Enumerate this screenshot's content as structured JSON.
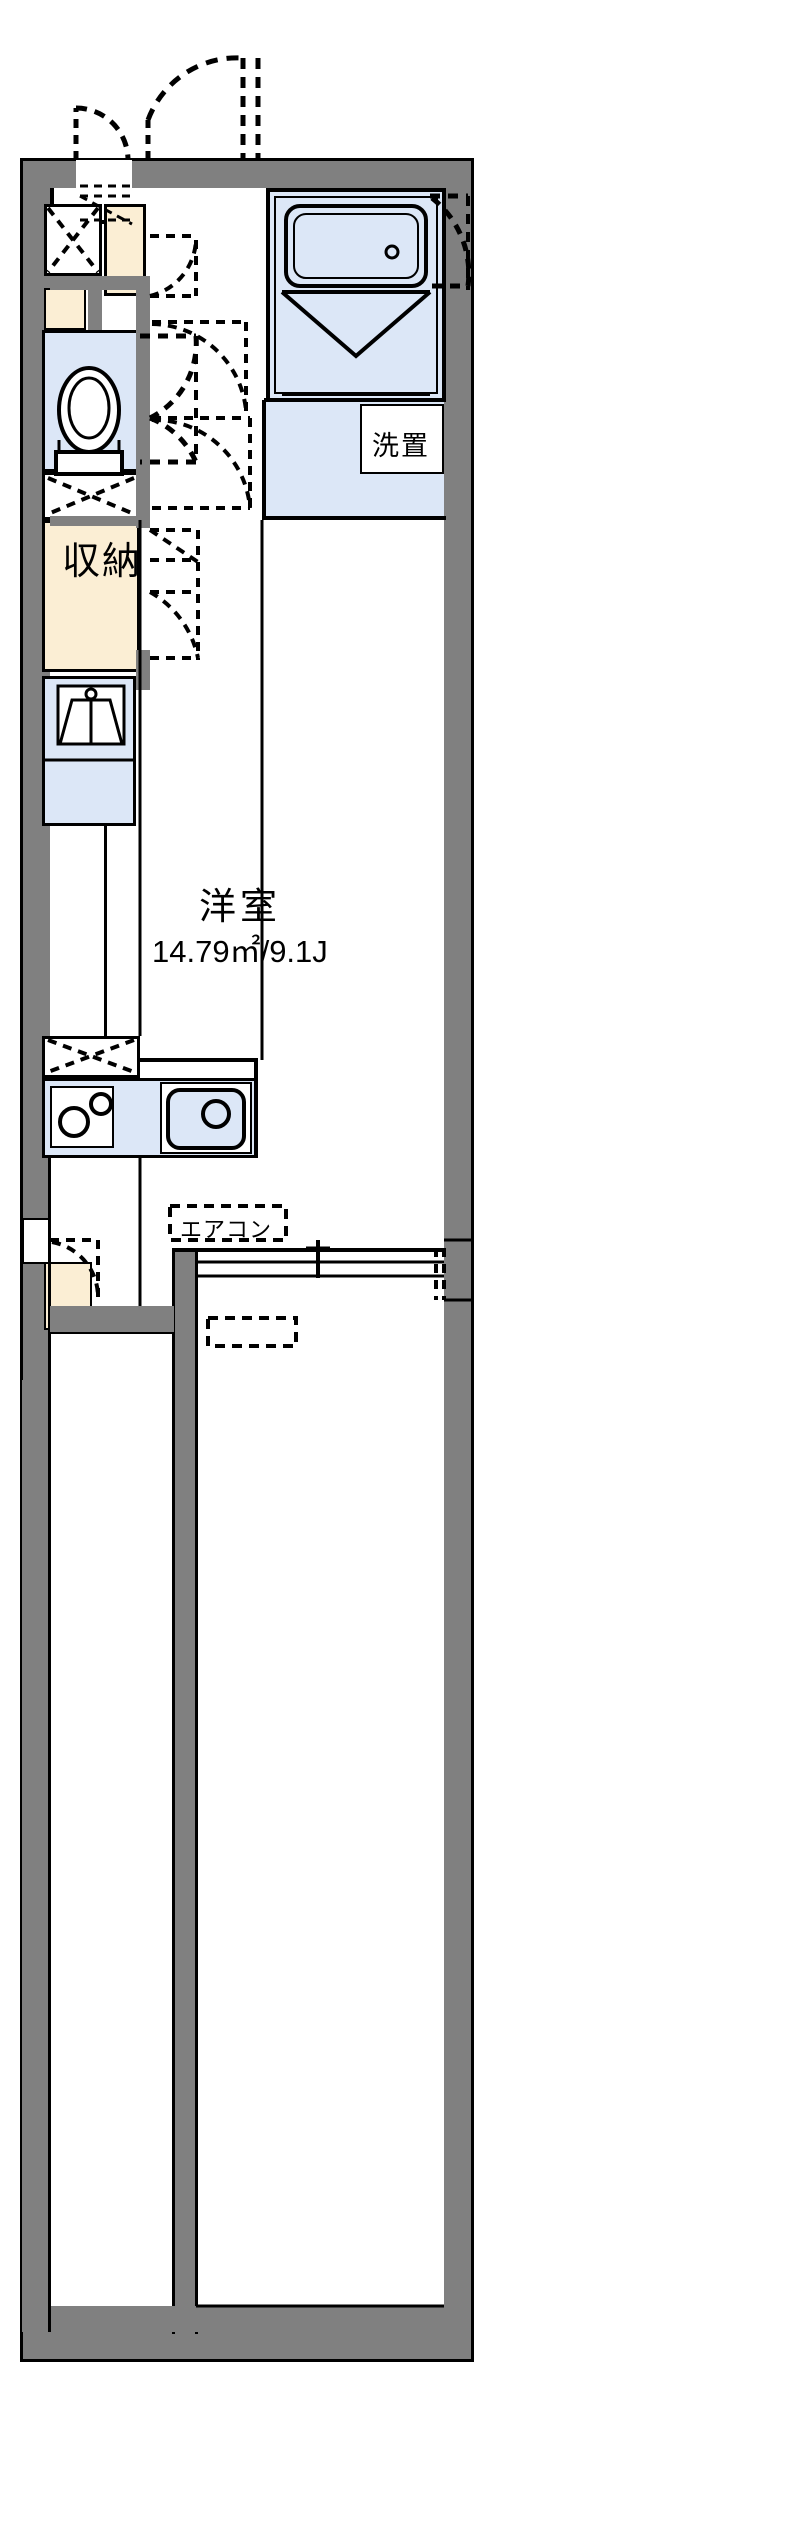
{
  "plan": {
    "type": "japanese-apartment-floorplan",
    "layout_code": "1K",
    "rooms": [
      {
        "id": "main-room",
        "name": "洋室",
        "area_sqm": "14.79㎡",
        "area_jo": "9.1J",
        "area_label": "14.79㎡/9.1J"
      },
      {
        "id": "closet",
        "name": "収納",
        "area_sqm": "",
        "area_jo": "",
        "area_label": ""
      },
      {
        "id": "washer",
        "name": "洗置",
        "area_sqm": "",
        "area_jo": "",
        "area_label": ""
      },
      {
        "id": "aircon",
        "name": "エアコン",
        "area_sqm": "",
        "area_jo": "",
        "area_label": ""
      }
    ],
    "labels": {
      "main_room_name": "洋室",
      "main_room_area": "14.79㎡/9.1J",
      "closet": "収納",
      "washer_place": "洗置",
      "aircon": "エアコン"
    },
    "fixtures": [
      {
        "name": "unit-bath-tub",
        "label": ""
      },
      {
        "name": "toilet",
        "label": ""
      },
      {
        "name": "vanity-sink",
        "label": ""
      },
      {
        "name": "kitchen-sink",
        "label": ""
      },
      {
        "name": "gas-stove",
        "label": ""
      },
      {
        "name": "washing-machine-space",
        "label": "洗置"
      },
      {
        "name": "entrance-door",
        "label": ""
      },
      {
        "name": "balcony",
        "label": ""
      }
    ],
    "colors": {
      "wall": "#808080",
      "line": "#000000",
      "water_area": "#dce7f7",
      "tatami_storage": "#fbeed4",
      "background": "#ffffff"
    }
  }
}
